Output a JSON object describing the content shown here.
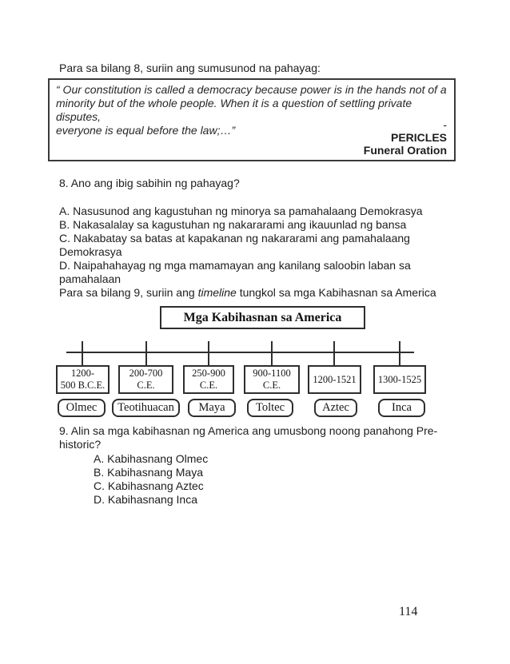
{
  "document": {
    "intro_q8": "Para sa bilang 8, suriin ang sumusunod na pahayag:",
    "quote_box": {
      "lines": [
        "“ Our constitution is called a democracy because power is in the hands not of a",
        "minority but of the whole people.  When it is a question of settling private disputes,",
        "everyone is equal before the law;…”"
      ],
      "dash": "-",
      "author": "PERICLES",
      "work": "Funeral Oration"
    },
    "question8": {
      "text": "8. Ano ang ibig sabihin ng pahayag?",
      "option_lines": [
        "A. Nasusunod ang kagustuhan ng minorya sa pamahalaang Demokrasya",
        "B. Nakasalalay sa kagustuhan ng nakararami ang ikauunlad ng bansa",
        "C. Nakabatay sa batas at kapakanan ng nakararami ang pamahalaang",
        "Demokrasya",
        "D. Naipahahayag ng mga mamamayan ang kanilang saloobin laban sa",
        "pamahalaan"
      ]
    },
    "intro_q9": {
      "pre": "Para sa bilang 9, suriin ang ",
      "italic": "timeline",
      "post": " tungkol sa mga Kabihasnan sa America"
    },
    "timeline": {
      "title": "Mga Kabihasnan sa America",
      "entries": [
        {
          "period": "1200-\n500 B.C.E.",
          "name": "Olmec"
        },
        {
          "period": "200-700\nC.E.",
          "name": "Teotihuacan"
        },
        {
          "period": "250-900\nC.E.",
          "name": "Maya"
        },
        {
          "period": "900-1100\nC.E.",
          "name": "Toltec"
        },
        {
          "period": "1200-1521",
          "name": "Aztec"
        },
        {
          "period": "1300-1525",
          "name": "Inca"
        }
      ]
    },
    "question9": {
      "line1": "9. Alin sa mga kabihasnan ng America ang umusbong noong panahong Pre-",
      "line2": "historic?",
      "options": [
        "A. Kabihasnang Olmec",
        "B. Kabihasnang Maya",
        "C. Kabihasnang Aztec",
        "D. Kabihasnang Inca"
      ]
    },
    "page_number": "114",
    "colors": {
      "text": "#1d1d1d",
      "border": "#2e2e2e",
      "background": "#ffffff"
    }
  }
}
